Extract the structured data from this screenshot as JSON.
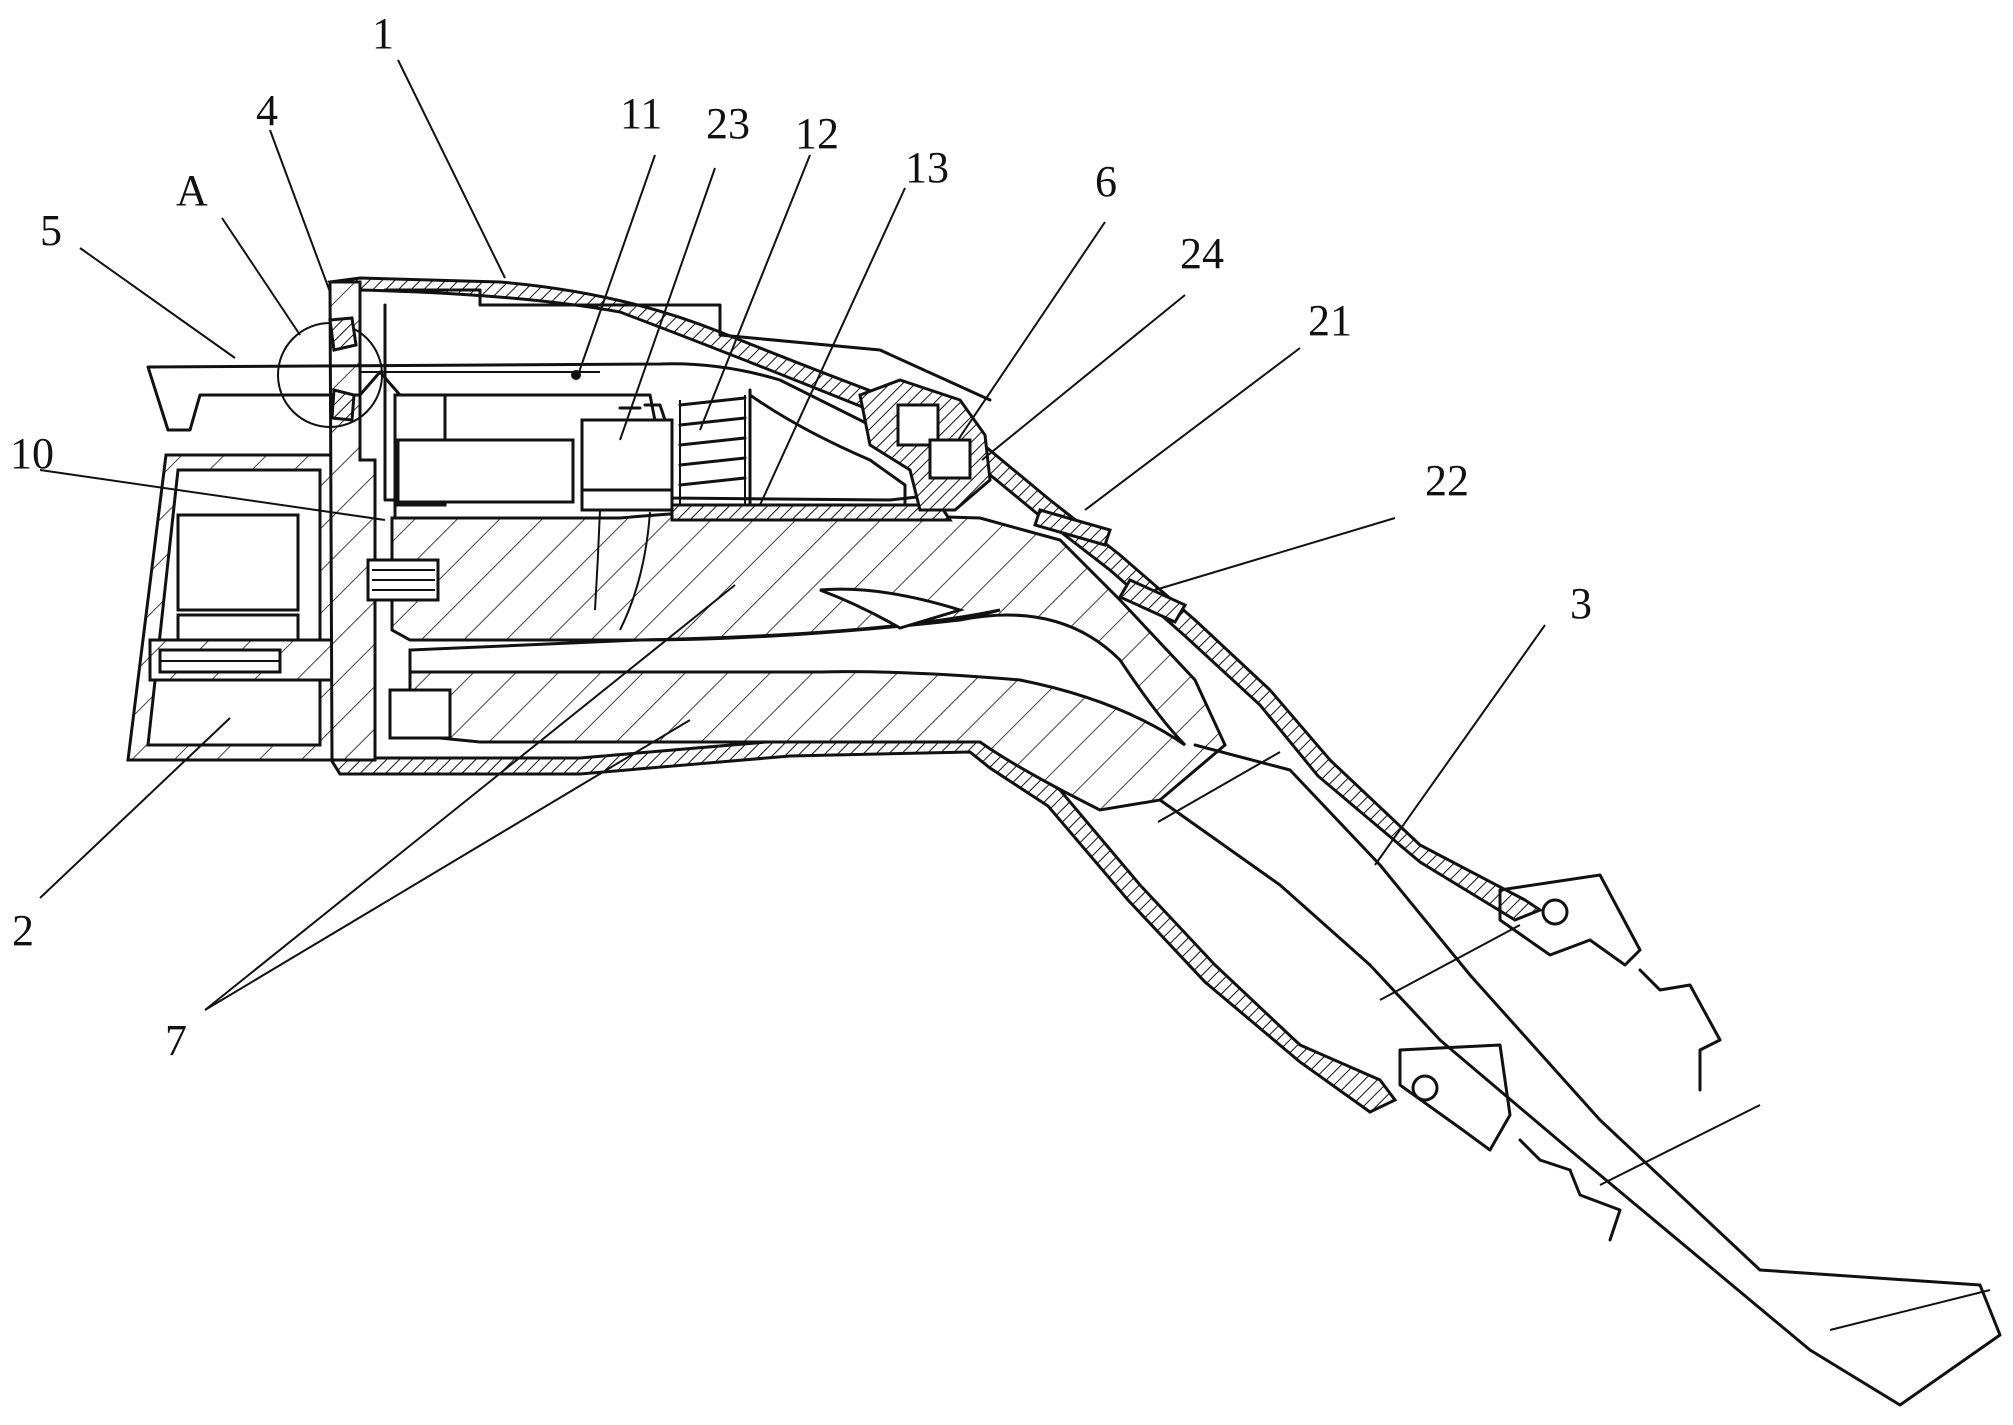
{
  "labels": {
    "l1": "1",
    "l2": "2",
    "l3": "3",
    "l4": "4",
    "l5": "5",
    "l6": "6",
    "l7": "7",
    "l10": "10",
    "l11": "11",
    "l12": "12",
    "l13": "13",
    "l21": "21",
    "l22": "22",
    "l23": "23",
    "l24": "24",
    "lA": "A"
  }
}
